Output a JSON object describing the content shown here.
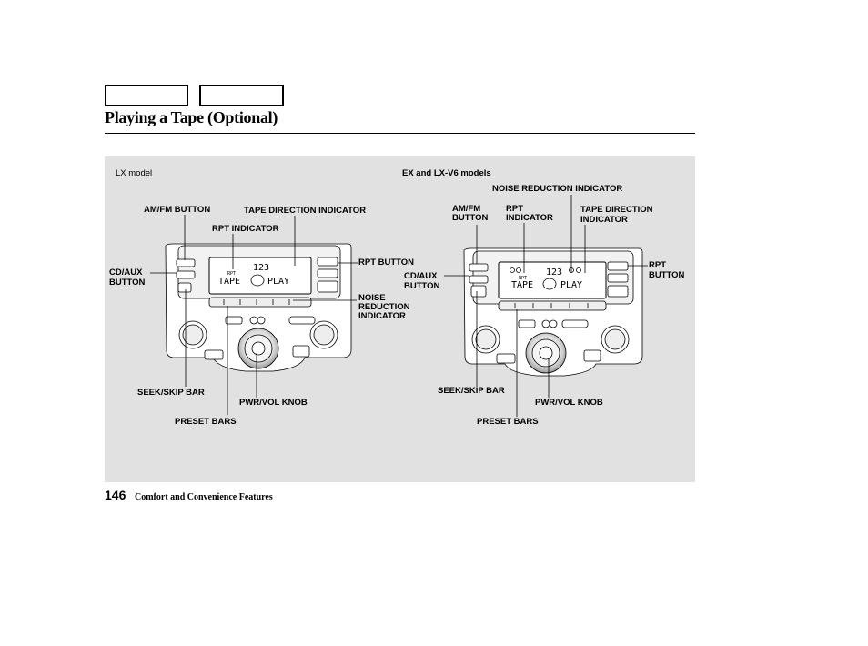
{
  "header": {
    "tabs": [
      "",
      ""
    ],
    "title": "Playing a Tape (Optional)"
  },
  "figure": {
    "lx": {
      "model_label": "LX model",
      "callouts": {
        "am_fm_button": "AM/FM BUTTON",
        "tape_direction_indicator": "TAPE DIRECTION INDICATOR",
        "rpt_indicator": "RPT INDICATOR",
        "rpt_button": "RPT BUTTON",
        "cd_aux_button_1": "CD/AUX",
        "cd_aux_button_2": "BUTTON",
        "noise_reduction_1": "NOISE",
        "noise_reduction_2": "REDUCTION",
        "noise_reduction_3": "INDICATOR",
        "seek_skip_bar": "SEEK/SKIP BAR",
        "pwr_vol_knob": "PWR/VOL KNOB",
        "preset_bars": "PRESET BARS"
      },
      "display": {
        "mode": "TAPE",
        "status": "PLAY",
        "track": "123",
        "rpt": "RPT"
      }
    },
    "ex": {
      "model_label": "EX and LX-V6 models",
      "callouts": {
        "noise_reduction_indicator": "NOISE REDUCTION INDICATOR",
        "am_fm_1": "AM/FM",
        "am_fm_2": "BUTTON",
        "rpt_indicator_1": "RPT",
        "rpt_indicator_2": "INDICATOR",
        "tape_direction_1": "TAPE DIRECTION",
        "tape_direction_2": "INDICATOR",
        "rpt_button_1": "RPT",
        "rpt_button_2": "BUTTON",
        "cd_aux_1": "CD/AUX",
        "cd_aux_2": "BUTTON",
        "seek_skip_bar": "SEEK/SKIP BAR",
        "pwr_vol_knob": "PWR/VOL KNOB",
        "preset_bars": "PRESET BARS"
      },
      "display": {
        "mode": "TAPE",
        "status": "PLAY",
        "track": "123",
        "rpt": "RPT"
      }
    }
  },
  "footer": {
    "page_number": "146",
    "section": "Comfort and Convenience Features"
  }
}
